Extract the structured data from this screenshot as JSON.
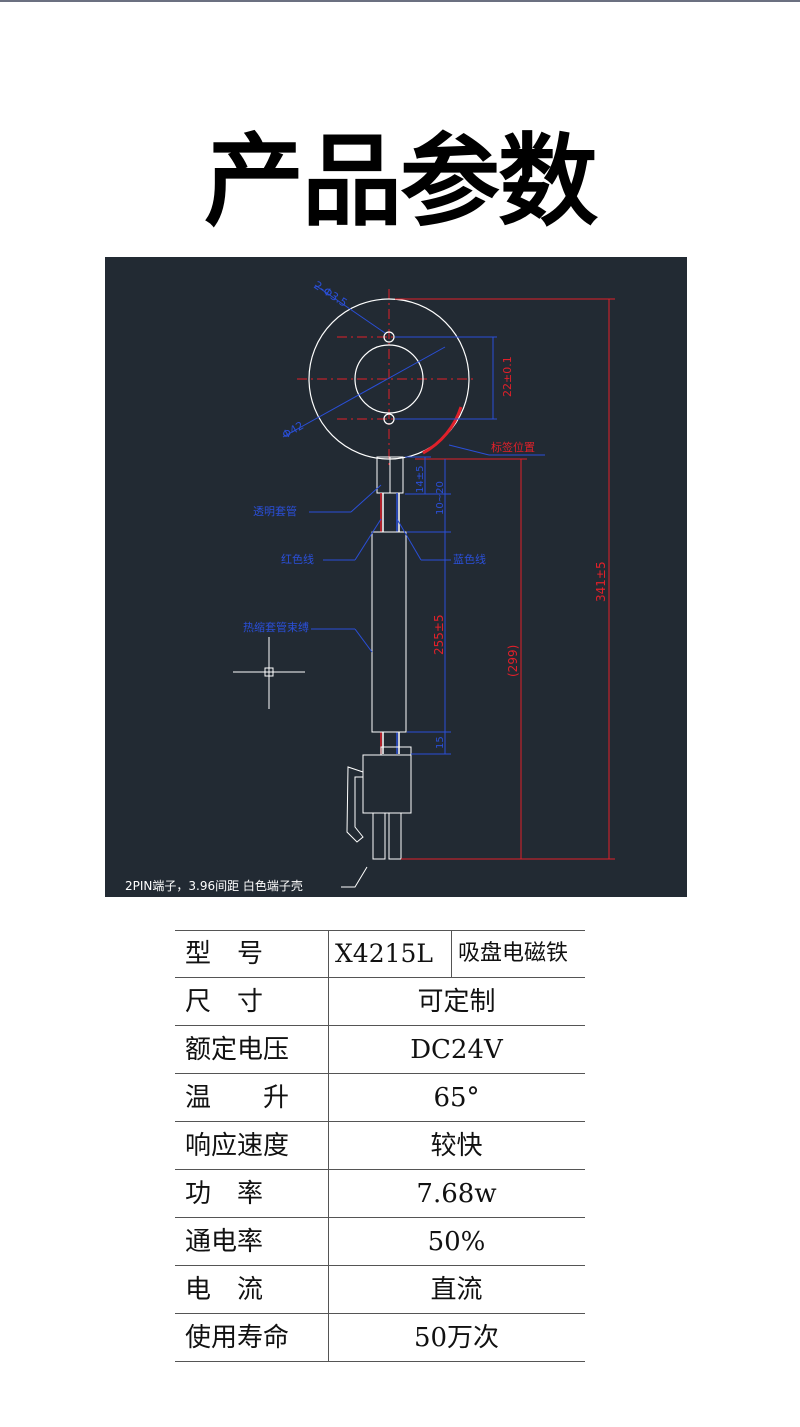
{
  "page": {
    "title": "产品参数"
  },
  "drawing": {
    "dim_top_left": "2-Φ3.5",
    "dim_outer_dia": "Φ42",
    "dim_pitch": "22±0.1",
    "label_position": "标签位置",
    "dim_14": "14±5",
    "dim_10": "10~20",
    "transparent_sleeve": "透明套管",
    "red_wire": "红色线",
    "blue_wire": "蓝色线",
    "heat_shrink": "热缩套管束缚",
    "dim_255": "255±5",
    "dim_299": "(299)",
    "dim_341": "341±5",
    "dim_15": "15",
    "terminal_note": "2PIN端子，3.96间距 白色端子壳"
  },
  "specs": {
    "model_label": "型　号",
    "model_value": "X4215L",
    "type_value": "吸盘电磁铁",
    "rows": [
      {
        "label": "尺　寸",
        "value": "可定制"
      },
      {
        "label": "额定电压",
        "value": "DC24V"
      },
      {
        "label": "温　　升",
        "value": "65°"
      },
      {
        "label": "响应速度",
        "value": "较快"
      },
      {
        "label": "功　率",
        "value": "7.68w"
      },
      {
        "label": "通电率",
        "value": "50%"
      },
      {
        "label": "电　流",
        "value": "直流"
      },
      {
        "label": "使用寿命",
        "value": "50万次"
      }
    ]
  }
}
